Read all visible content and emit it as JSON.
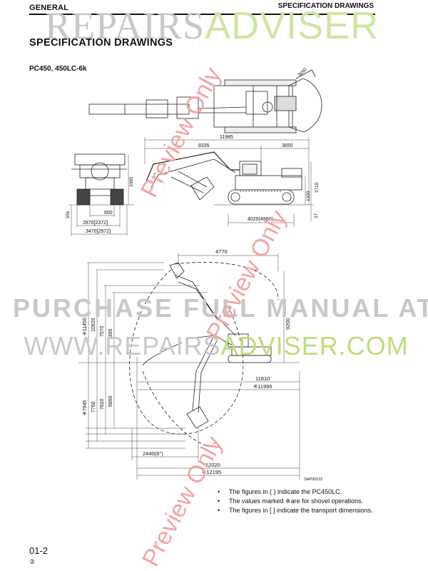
{
  "header": {
    "section": "GENERAL",
    "chapter": "SPECIFICATION DRAWINGS"
  },
  "watermark": {
    "logo_left": "REPAIRS",
    "logo_right": "ADVISER",
    "purchase": "PURCHASE FULL MANUAL AT",
    "url_left": "WWW.REPAIRS",
    "url_right": "ADVISER.COM",
    "preview": "Preview Only",
    "colors": {
      "gray": "#c8c8c8",
      "green": "#bddd7c",
      "pink": "#f1a6a6"
    }
  },
  "title": "SPECIFICATION DRAWINGS",
  "model": "PC450, 450LC-6k",
  "dims": {
    "d3650_top": "3650",
    "d11985": "11985",
    "d8335": "8335",
    "d3650": "3650",
    "d3395": "3395",
    "d2715": "2715",
    "d1320": "1320",
    "d37": "37",
    "d555": "555",
    "d600": "600",
    "d2870": "2870[2372]",
    "d3470": "3470[2972]",
    "d4020": "4020(4960)",
    "d4770": "4770",
    "d9200": "9200",
    "d11455": "※11455",
    "d10920": "10920",
    "d7570": "7570",
    "d7395": "7395",
    "d11810": "11810",
    "d11995": "※11995",
    "d7945": "※7945",
    "d7760": "7760",
    "d7620": "7620",
    "d6850": "6850",
    "d2440": "2440(8°)",
    "d12020": "12020",
    "d12195": "※12195"
  },
  "figure_code": "SAP00132",
  "notes": [
    "The figures in (    ) indicate the PC450LC.",
    "The values marked ※are for shovel operations.",
    "The figures in [    ] indicate the transport dimensions."
  ],
  "footer": {
    "page": "01-2",
    "revision": "②"
  }
}
